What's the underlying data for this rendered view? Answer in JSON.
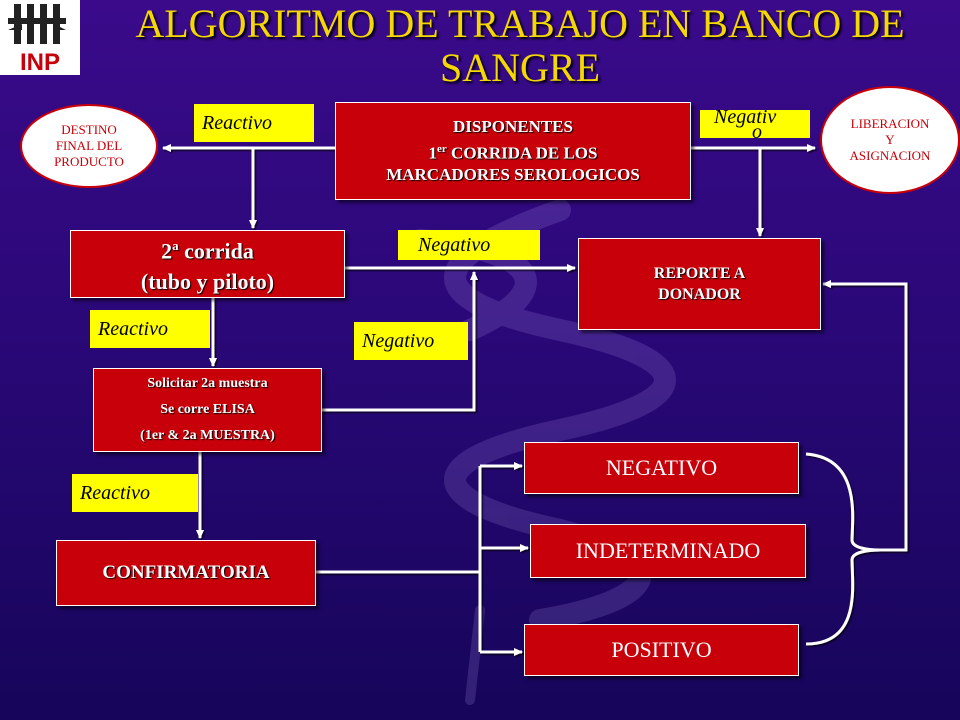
{
  "title": "ALGORITMO DE TRABAJO EN BANCO DE SANGRE",
  "logo": {
    "text": "INP"
  },
  "nodes": {
    "disponentes": {
      "line1": "DISPONENTES",
      "line2_prefix": "1",
      "line2_sup": "er",
      "line2_rest": " CORRIDA DE LOS",
      "line3": "MARCADORES SEROLOGICOS"
    },
    "destino": {
      "line1": "DESTINO",
      "line2": "FINAL DEL",
      "line3": "PRODUCTO"
    },
    "liberacion": {
      "line1": "LIBERACION",
      "line2": "Y",
      "line3": "ASIGNACION"
    },
    "segunda_corrida": {
      "line1_prefix": "2",
      "line1_sup": "a",
      "line1_rest": " corrida",
      "line2": "(tubo y piloto)"
    },
    "reporte": {
      "line1": "REPORTE A",
      "line2": "DONADOR"
    },
    "solicitar": {
      "line1": "Solicitar 2a muestra",
      "line2": "Se corre ELISA",
      "line3": "(1er & 2a MUESTRA)"
    },
    "confirmatoria": {
      "label": "CONFIRMATORIA"
    },
    "negativo_result": {
      "label": "NEGATIVO"
    },
    "indeterminado_result": {
      "label": "INDETERMINADO"
    },
    "positivo_result": {
      "label": "POSITIVO"
    }
  },
  "labels": {
    "reactivo_1": "Reactivo",
    "negativo_1_a": "Negativ",
    "negativo_1_b": "o",
    "negativo_2": "Negativo",
    "reactivo_2": "Reactivo",
    "negativo_3": "Negativo",
    "reactivo_3": "Reactivo"
  },
  "colors": {
    "box": "#c8000a",
    "label_bg": "#ffff00",
    "title": "#f5d800",
    "background": "#2a0878"
  }
}
